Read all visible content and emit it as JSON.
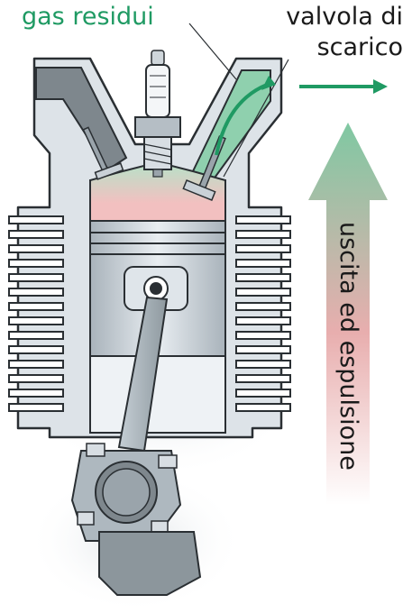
{
  "labels": {
    "residual_gas": "gas residui",
    "exhaust_valve_line1": "valvola di",
    "exhaust_valve_line2": "scarico",
    "stroke_phase": "uscita ed espulsione"
  },
  "colors": {
    "label_green": "#1f9a63",
    "label_dark": "#1a1a1a",
    "metal_light": "#dfe5ea",
    "metal_mid": "#b9c3cb",
    "metal_dark": "#7d8890",
    "gas_green": "#8fd0ae",
    "chamber_pink": "#f0b8b8",
    "arrow_green": "#1f9a63"
  }
}
